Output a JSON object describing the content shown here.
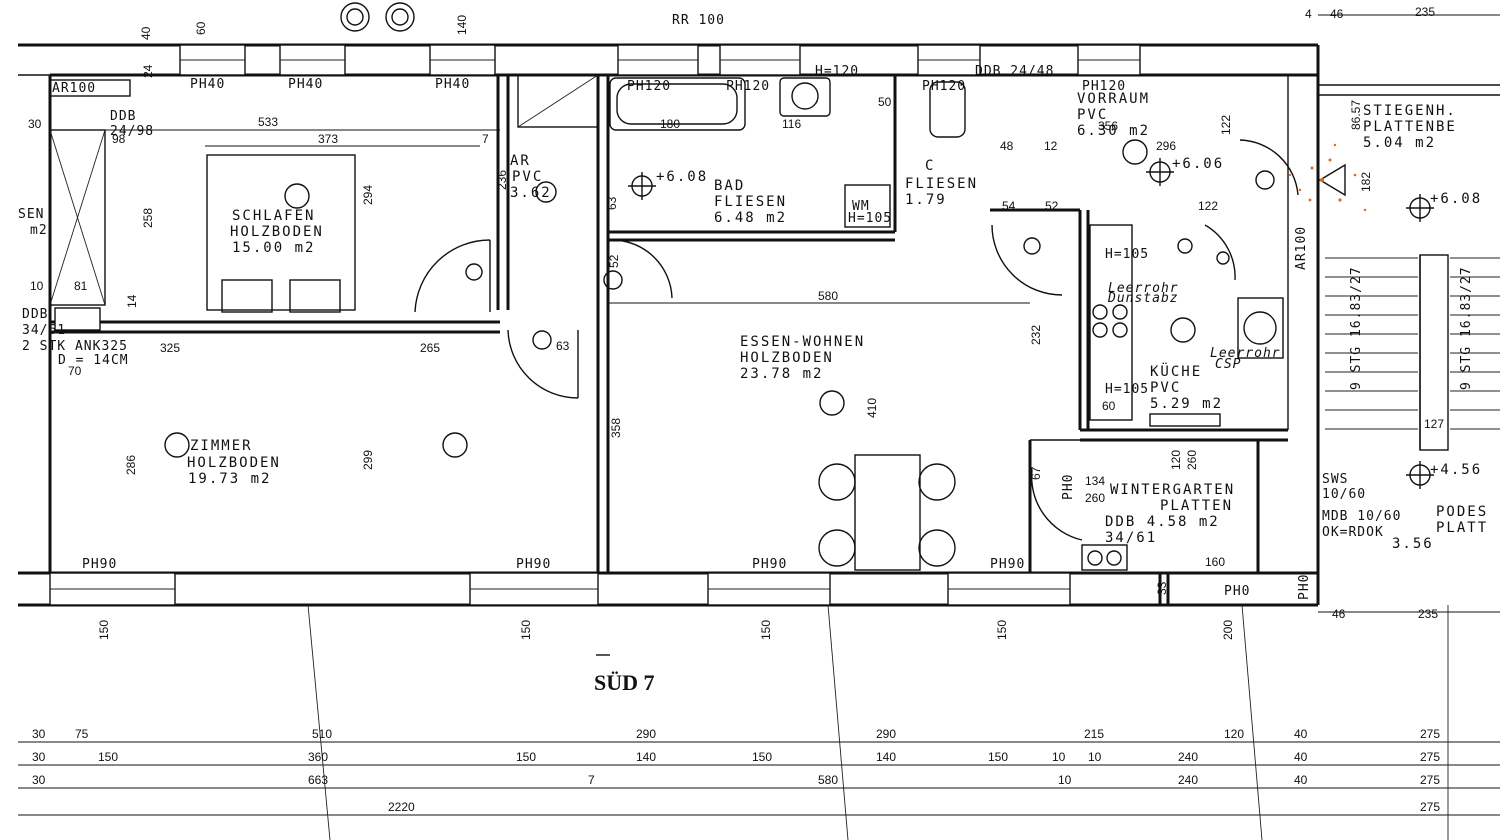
{
  "title": "SÜD 7",
  "rooms": {
    "schlafen": {
      "name": "SCHLAFEN",
      "floor": "HOLZBODEN",
      "area": "15.00 m2"
    },
    "zimmer": {
      "name": "ZIMMER",
      "floor": "HOLZBODEN",
      "area": "19.73 m2"
    },
    "ar": {
      "name": "AR",
      "floor": "PVC",
      "area": "3.62"
    },
    "bad": {
      "name": "BAD",
      "floor": "FLIESEN",
      "area": "6.48 m2"
    },
    "wc": {
      "name": "C",
      "floor": "FLIESEN",
      "area": "1.79"
    },
    "vorraum": {
      "name": "VORRAUM",
      "floor": "PVC",
      "area": "6.30 m2"
    },
    "essen": {
      "name": "ESSEN-WOHNEN",
      "floor": "HOLZBODEN",
      "area": "23.78 m2"
    },
    "kueche": {
      "name": "KÜCHE",
      "floor": "PVC",
      "area": "5.29 m2"
    },
    "wintergarten": {
      "name": "WINTERGARTEN",
      "floor": "PLATTEN",
      "ddb": "DDB 4.58 m2",
      "ddb2": "34/61"
    },
    "stiegen": {
      "name": "STIEGENH.",
      "floor": "PLATTENBE",
      "area": "5.04 m2"
    },
    "podest": {
      "name": "PODES",
      "floor": "PLATT",
      "area": "3.56"
    }
  },
  "left_labels": {
    "ar100": "AR100",
    "ddb_top": "DDB",
    "ddb_top2": "24/98",
    "ddb_mid": "DDB",
    "ddb_mid2": "34/61",
    "stk": "2 STK ANK325",
    "d14": "D = 14CM",
    "sen": "SEN",
    "m2": "m2"
  },
  "elevations": {
    "e1": "+6.08",
    "e2": "+6.06",
    "e3": "+6.08",
    "e4": "+4.56",
    "h120": "H=120",
    "h105a": "H=105",
    "h105b": "H=105",
    "h105c": "H=105",
    "rr": "RR 100"
  },
  "openings": {
    "ph40a": "PH40",
    "ph40b": "PH40",
    "ph40c": "PH40",
    "ph120a": "PH120",
    "ph120b": "PH120",
    "ph120c": "PH120",
    "ph120d": "PH120",
    "ph90a": "PH90",
    "ph90b": "PH90",
    "ph90c": "PH90",
    "ph90d": "PH90",
    "ph0a": "PH0",
    "ph0b": "PH0",
    "ph0c": "PH0",
    "ddb2448": "DDB 24/48",
    "ar100b": "AR100",
    "sws": "SWS",
    "sws2": "10/60",
    "mdb": "MDB 10/60",
    "ok": "OK=RDOK",
    "stg1": "9 STG 16.83/27",
    "stg2": "9 STG 16.83/27",
    "leer1": "Leerrohr",
    "leer2": "Dunstabz",
    "leer3": "Leerrohr",
    "leer4": "CSP"
  },
  "dimensions": {
    "d533": "533",
    "d373": "373",
    "d580": "580",
    "d265": "265",
    "d325": "325",
    "d258": "258",
    "d294": "294",
    "d236": "236",
    "d286": "286",
    "d299": "299",
    "d358": "358",
    "d410": "410",
    "d232": "232",
    "d356": "356",
    "d296": "296",
    "d180": "180",
    "d116": "116",
    "d122a": "122",
    "d122b": "122",
    "d182": "182",
    "d63a": "63",
    "d63b": "63",
    "d52a": "52",
    "d52b": "52",
    "d54": "54",
    "d48": "48",
    "d12": "12",
    "d60": "60",
    "d134": "134",
    "d260a": "260",
    "d260b": "260",
    "d160": "160",
    "d120a": "120",
    "d127": "127",
    "d24": "24",
    "d30": "30",
    "d98": "98",
    "d81": "81",
    "d70": "70",
    "d14": "14",
    "d10": "10",
    "d50": "50",
    "d235a": "235",
    "d235b": "235",
    "d46a": "46",
    "d46b": "46",
    "d200": "200",
    "d150a": "150",
    "d150b": "150",
    "d150c": "150",
    "d150d": "150",
    "d40": "40",
    "d60b": "60",
    "d140": "140",
    "d7": "7",
    "d4": "4",
    "d67": "67",
    "d33": "33",
    "d86": "86.57"
  },
  "dim_rows": [
    {
      "items": [
        "30",
        "75",
        "510",
        "290",
        "290",
        "215",
        "120",
        "40",
        "275"
      ]
    },
    {
      "items": [
        "30",
        "150",
        "360",
        "150",
        "140",
        "150",
        "140",
        "150",
        "10",
        "10",
        "240",
        "40",
        "275"
      ]
    },
    {
      "items": [
        "30",
        "663",
        "7",
        "580",
        "10",
        "240",
        "40",
        "275"
      ]
    },
    {
      "items": [
        "2220",
        "275"
      ]
    }
  ]
}
